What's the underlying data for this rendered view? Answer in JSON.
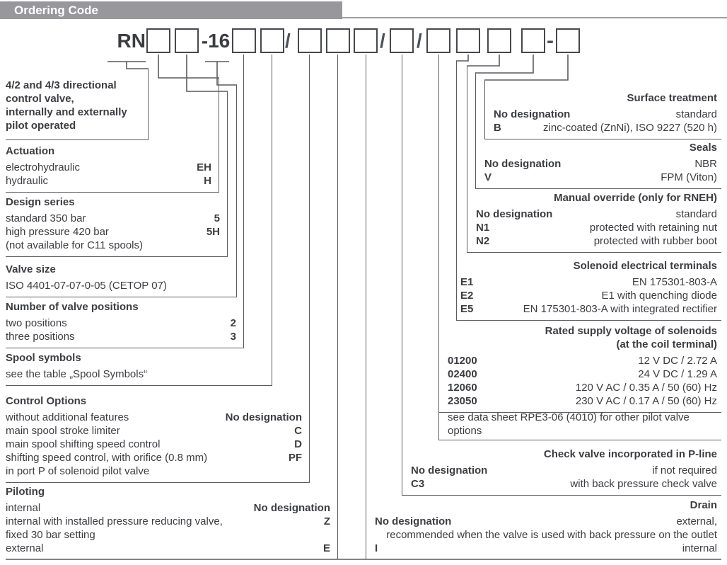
{
  "header": {
    "title": "Ordering Code"
  },
  "code": {
    "prefix": "RN",
    "fixed": "-16",
    "slash": "/",
    "dash": "-"
  },
  "blocks": {
    "left": [
      {
        "id": "valve-type",
        "title_lines": [
          "4/2 and 4/3 directional",
          "control valve,",
          "internally and externally",
          "pilot operated"
        ]
      },
      {
        "id": "actuation",
        "title": "Actuation",
        "rows": [
          {
            "label": "electrohydraulic",
            "code": "EH"
          },
          {
            "label": "hydraulic",
            "code": "H"
          }
        ]
      },
      {
        "id": "design-series",
        "title": "Design series",
        "rows": [
          {
            "label": "standard 350 bar",
            "code": "5"
          },
          {
            "label": "high pressure 420 bar",
            "code": "5H"
          },
          {
            "label": "(not available for C11 spools)",
            "code": ""
          }
        ]
      },
      {
        "id": "valve-size",
        "title": "Valve size",
        "rows": [
          {
            "label": "ISO 4401-07-07-0-05 (CETOP 07)",
            "code": ""
          }
        ]
      },
      {
        "id": "valve-positions",
        "title": "Number of valve positions",
        "rows": [
          {
            "label": "two positions",
            "code": "2"
          },
          {
            "label": "three positions",
            "code": "3"
          }
        ]
      },
      {
        "id": "spool-symbols",
        "title": "Spool symbols",
        "rows": [
          {
            "label": "see the table „Spool Symbols“",
            "code": ""
          }
        ]
      },
      {
        "id": "control-options",
        "title": "Control Options",
        "rows": [
          {
            "label": "without additional features",
            "code": "No designation"
          },
          {
            "label": "main spool stroke limiter",
            "code": "C"
          },
          {
            "label": "main spool shifting speed control",
            "code": "D"
          },
          {
            "label": "shifting speed control, with orifice (0.8 mm)",
            "code": "PF"
          },
          {
            "label": "in port P of solenoid pilot valve",
            "code": ""
          }
        ]
      },
      {
        "id": "piloting",
        "title": "Piloting",
        "rows": [
          {
            "label": "internal",
            "code": "No designation"
          },
          {
            "label": "internal with installed pressure reducing valve,",
            "code": "Z"
          },
          {
            "label": "fixed 30 bar setting",
            "code": ""
          },
          {
            "label": "external",
            "code": "E"
          }
        ]
      }
    ],
    "right": [
      {
        "id": "surface-treatment",
        "title": "Surface treatment",
        "rows": [
          {
            "code": "No designation",
            "label": "standard"
          },
          {
            "code": "B",
            "label": "zinc-coated (ZnNi), ISO 9227 (520 h)"
          }
        ]
      },
      {
        "id": "seals",
        "title": "Seals",
        "rows": [
          {
            "code": "No designation",
            "label": "NBR"
          },
          {
            "code": "V",
            "label": "FPM (Viton)"
          }
        ]
      },
      {
        "id": "manual-override",
        "title": "Manual override (only for RNEH)",
        "rows": [
          {
            "code": "No designation",
            "label": "standard"
          },
          {
            "code": "N1",
            "label": "protected with retaining nut"
          },
          {
            "code": "N2",
            "label": "protected with rubber boot"
          }
        ]
      },
      {
        "id": "solenoid-terminals",
        "title": "Solenoid electrical terminals",
        "rows": [
          {
            "code": "E1",
            "label": "EN 175301-803-A"
          },
          {
            "code": "E2",
            "label": "E1 with quenching diode"
          },
          {
            "code": "E5",
            "label": "EN 175301-803-A with integrated rectifier"
          }
        ]
      },
      {
        "id": "rated-voltage",
        "title_lines": [
          "Rated supply voltage of solenoids",
          "(at the coil terminal)"
        ],
        "rows": [
          {
            "code": "01200",
            "label": "12 V DC / 2.72 A"
          },
          {
            "code": "02400",
            "label": "24 V DC / 1.29 A"
          },
          {
            "code": "12060",
            "label": "120 V AC / 0.35 A / 50 (60) Hz"
          },
          {
            "code": "23050",
            "label": "230 V AC / 0.17 A / 50 (60) Hz"
          }
        ]
      },
      {
        "id": "pilot-note",
        "note": "see data sheet RPE3-06 (4010) for other pilot valve options"
      },
      {
        "id": "check-valve",
        "title": "Check valve incorporated in P-line",
        "rows": [
          {
            "code": "No designation",
            "label": "if not required"
          },
          {
            "code": "C3",
            "label": "with back pressure check valve"
          }
        ]
      },
      {
        "id": "drain",
        "title": "Drain",
        "rows": [
          {
            "code": "No designation",
            "label": "external,"
          },
          {
            "code": "",
            "label": "recommended when the valve is used with back pressure on the outlet"
          },
          {
            "code": "I",
            "label": "internal"
          }
        ]
      }
    ]
  }
}
